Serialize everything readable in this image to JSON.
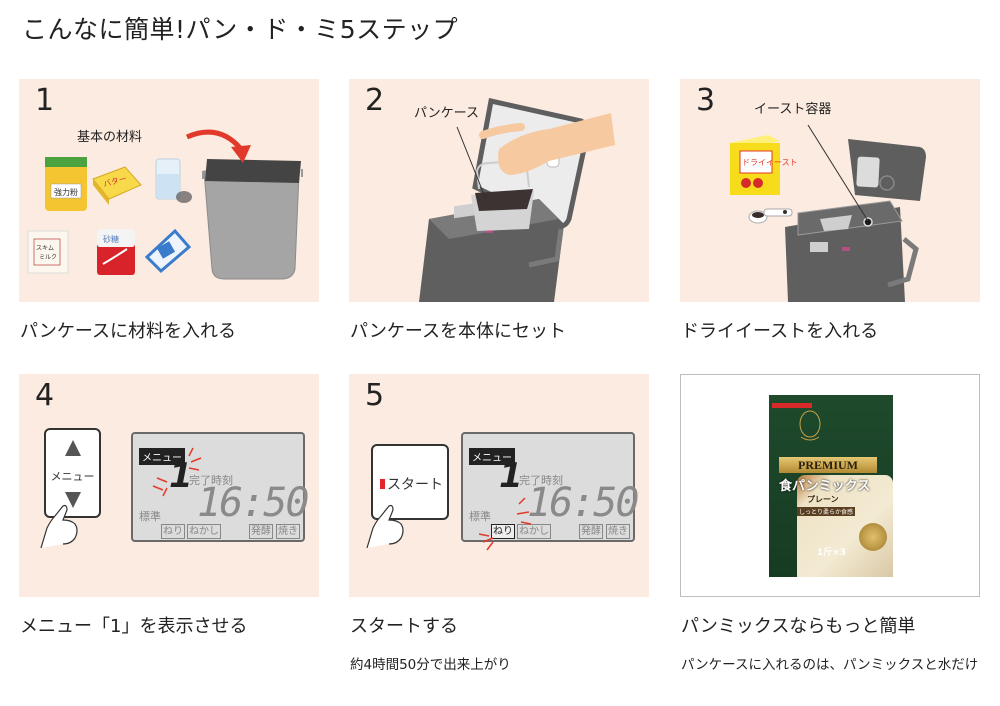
{
  "page": {
    "title": "こんなに簡単!パン・ド・ミ5ステップ"
  },
  "steps": [
    {
      "number": "1",
      "illustration_label": "基本の材料",
      "caption": "パンケースに材料を入れる",
      "note": "",
      "ingredients": [
        "強力粉",
        "バター",
        "水",
        "スキムミルク",
        "砂糖",
        "塩"
      ],
      "accent_color": "#e23a2a"
    },
    {
      "number": "2",
      "illustration_label": "パンケース",
      "caption": "パンケースを本体にセット",
      "note": ""
    },
    {
      "number": "3",
      "illustration_label": "イースト容器",
      "caption": "ドライイーストを入れる",
      "note": "",
      "package_label": "ドライイースト"
    },
    {
      "number": "4",
      "caption": "メニュー「1」を表示させる",
      "note": "",
      "control_button": {
        "label": "メニュー",
        "up_icon": "triangle-up-icon",
        "down_icon": "triangle-down-icon"
      },
      "lcd": {
        "menu_label": "メニュー",
        "menu_value": "1",
        "time_label": "完了時刻",
        "time": "16:50",
        "mode": "標準",
        "stages": [
          "ねり",
          "ねかし",
          "発酵",
          "焼き"
        ]
      }
    },
    {
      "number": "5",
      "caption": "スタートする",
      "note": "約4時間50分で出来上がり",
      "control_button": {
        "label": "スタート",
        "indicator_color": "#e2262a"
      },
      "lcd": {
        "menu_label": "メニュー",
        "menu_value": "1",
        "time_label": "完了時刻",
        "time": "16:50",
        "mode": "標準",
        "stages": [
          "ねり",
          "ねかし",
          "発酵",
          "焼き"
        ],
        "active_stage": "ねり"
      }
    },
    {
      "number": "",
      "caption": "パンミックスならもっと簡単",
      "note": "パンケースに入れるのは、パンミックスと水だけ",
      "product": {
        "badge": "PREMIUM",
        "name": "食パンミックス",
        "flavor": "プレーン",
        "tagline": "しっとり柔らか食感",
        "size": "1斤×3"
      }
    }
  ],
  "colors": {
    "card_bg": "#fcebe0",
    "accent_red": "#e23a2a",
    "machine_gray": "#5e5e5e",
    "package_green": "#1f4a2c",
    "gold": "#c9a24a"
  }
}
